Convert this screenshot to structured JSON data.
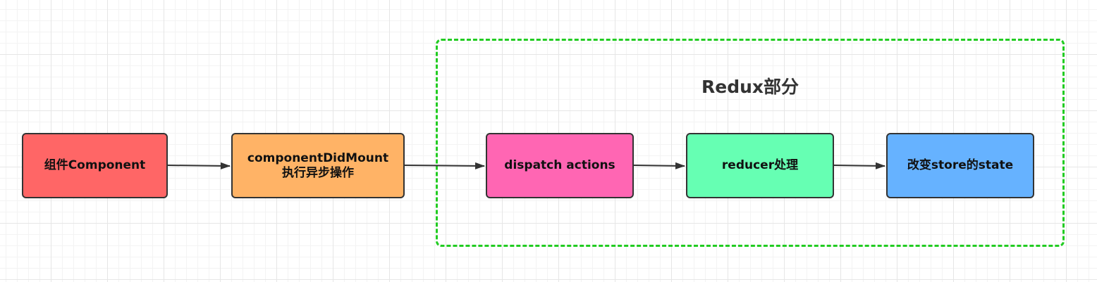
{
  "group": {
    "title": "Redux部分",
    "border_color": "#22cc22"
  },
  "nodes": [
    {
      "id": "n1",
      "line1": "组件Component",
      "line2": "",
      "fill": "#ff6666"
    },
    {
      "id": "n2",
      "line1": "componentDidMount",
      "line2": "执行异步操作",
      "fill": "#ffb366"
    },
    {
      "id": "n3",
      "line1": "dispatch actions",
      "line2": "",
      "fill": "#ff66b3"
    },
    {
      "id": "n4",
      "line1": "reducer处理",
      "line2": "",
      "fill": "#66ffb3"
    },
    {
      "id": "n5",
      "line1": "改变store的state",
      "line2": "",
      "fill": "#66b2ff"
    }
  ],
  "edges": [
    {
      "from": "n1",
      "to": "n2"
    },
    {
      "from": "n2",
      "to": "n3"
    },
    {
      "from": "n3",
      "to": "n4"
    },
    {
      "from": "n4",
      "to": "n5"
    }
  ],
  "edge_color": "#333333"
}
